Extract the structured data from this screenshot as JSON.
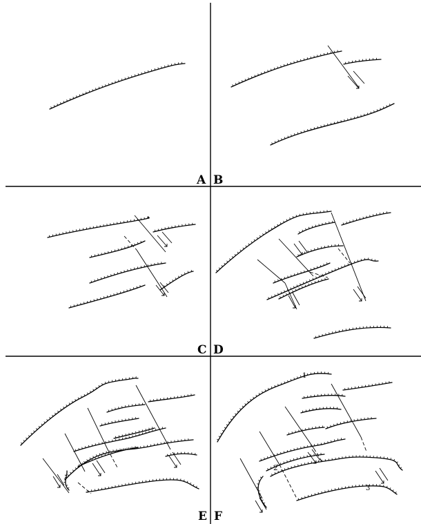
{
  "panels": [
    {
      "id": "A",
      "label": "A"
    },
    {
      "id": "B",
      "label": "B"
    },
    {
      "id": "C",
      "label": "C"
    },
    {
      "id": "D",
      "label": "D"
    },
    {
      "id": "E",
      "label": "E"
    },
    {
      "id": "F",
      "label": "F"
    }
  ],
  "numbers": [
    "1",
    "2",
    "3"
  ]
}
